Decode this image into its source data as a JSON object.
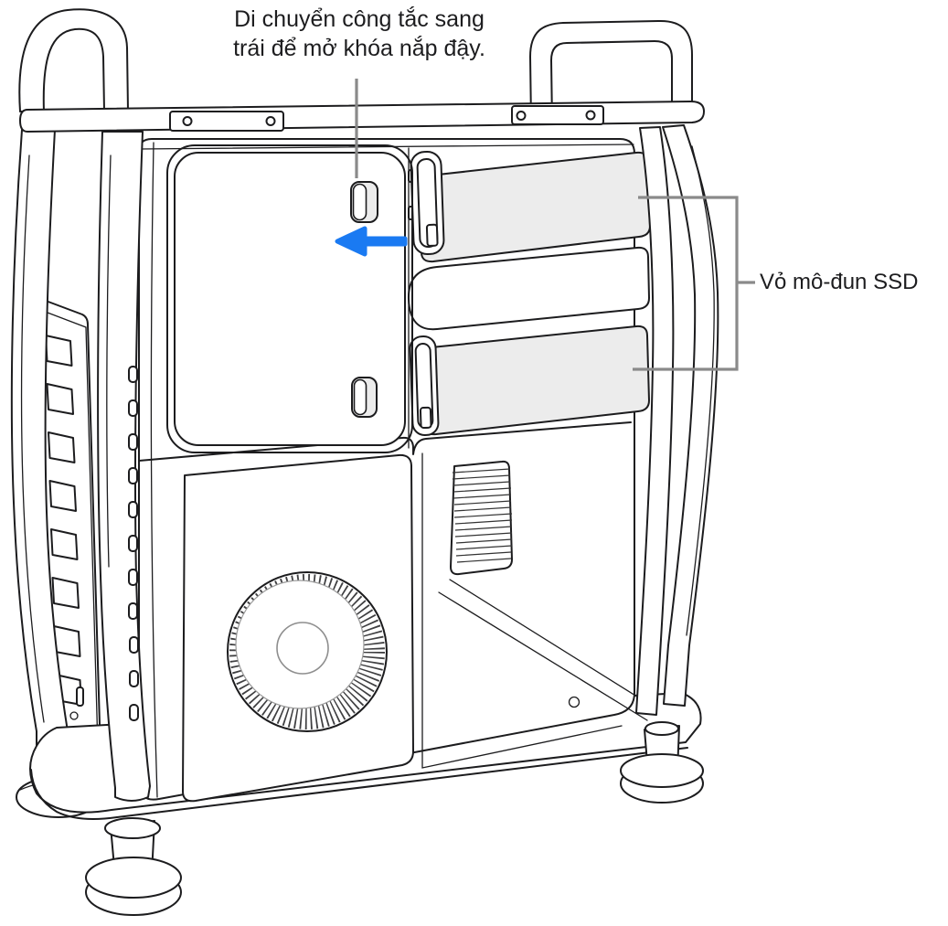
{
  "caption": {
    "line1": "Di chuyển công tắc sang",
    "line2": "trái để mở khóa nắp đậy."
  },
  "ssd_callout": {
    "label": "Vỏ mô-đun SSD"
  },
  "annotations": {
    "arrow_direction": "left"
  },
  "colors": {
    "background": "#ffffff",
    "line": "#1c1c1e",
    "text": "#1d1d1f",
    "callout_gray": "#8a8a8a",
    "arrow_blue": "#1a7af2",
    "module_gray": "#ececec"
  },
  "illustration": {
    "subject": "mac-pro-side-view-line-art",
    "parts": [
      "top-handles",
      "top-rail",
      "dimm-door",
      "lock-switch",
      "lower-latch",
      "ssd-module-covers",
      "fan",
      "vent-grille",
      "pcie-brackets",
      "side-frame-legs",
      "base",
      "feet"
    ]
  }
}
